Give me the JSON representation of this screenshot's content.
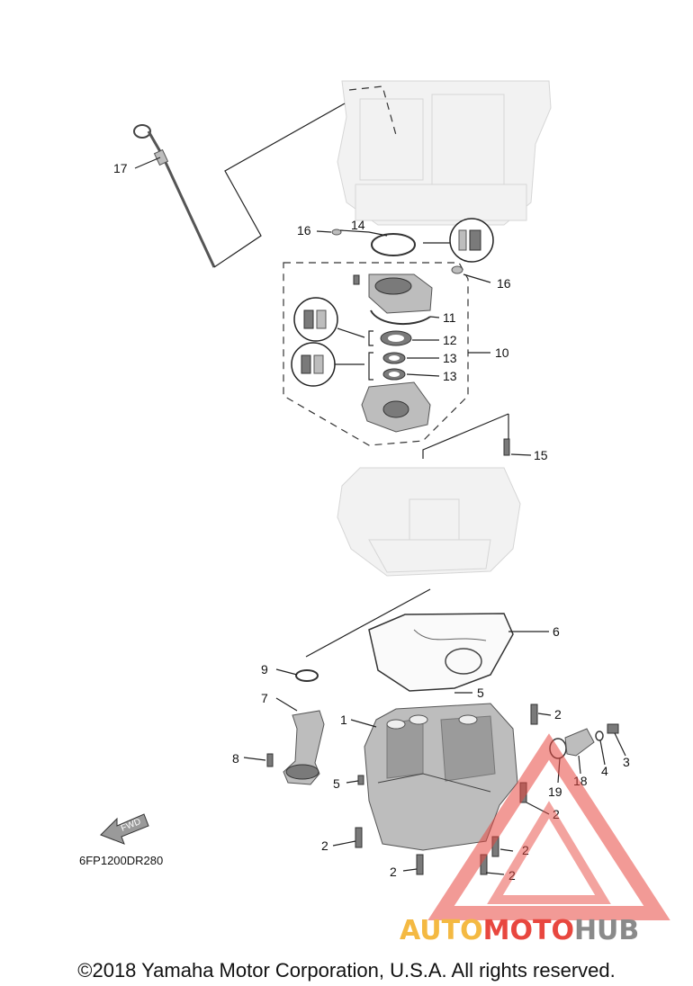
{
  "callouts": {
    "c1": "1",
    "c2a": "2",
    "c2b": "2",
    "c2c": "2",
    "c2d": "2",
    "c2e": "2",
    "c2f": "2",
    "c3": "3",
    "c4": "4",
    "c5a": "5",
    "c5b": "5",
    "c6": "6",
    "c7": "7",
    "c8": "8",
    "c9": "9",
    "c10": "10",
    "c11": "11",
    "c12": "12",
    "c13a": "13",
    "c13b": "13",
    "c14": "14",
    "c15": "15",
    "c16a": "16",
    "c16b": "16",
    "c17": "17",
    "c18": "18",
    "c19": "19"
  },
  "fwd_label": "FWD",
  "diagram_ref": "6FP1200DR280",
  "copyright": "©2018 Yamaha Motor Corporation, U.S.A. All rights reserved.",
  "watermark": {
    "part1": "AUTO",
    "part2": "MOTO",
    "part3": "HUB",
    "colors": {
      "auto": "#f4b942",
      "moto": "#e8473f",
      "hub": "#8a8a8a",
      "triangle": "#e8473f"
    }
  }
}
